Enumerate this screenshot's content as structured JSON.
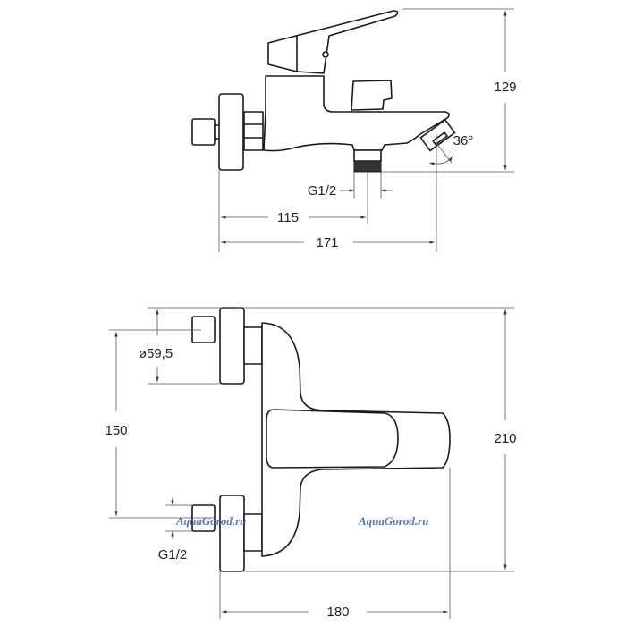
{
  "side_view": {
    "height_label": "129",
    "angle_label": "36°",
    "outlet_thread_label": "G1/2",
    "outlet_offset_label": "115",
    "depth_label": "171"
  },
  "top_view": {
    "flange_diameter_label": "ø59,5",
    "inlet_spacing_label": "150",
    "inlet_thread_label": "G1/2",
    "height_label": "210",
    "width_label": "180"
  },
  "watermark": "AquaGorod.ru",
  "colors": {
    "line": "#1a1a1a",
    "dimension": "#555555",
    "watermark": "#3b5fa8"
  }
}
